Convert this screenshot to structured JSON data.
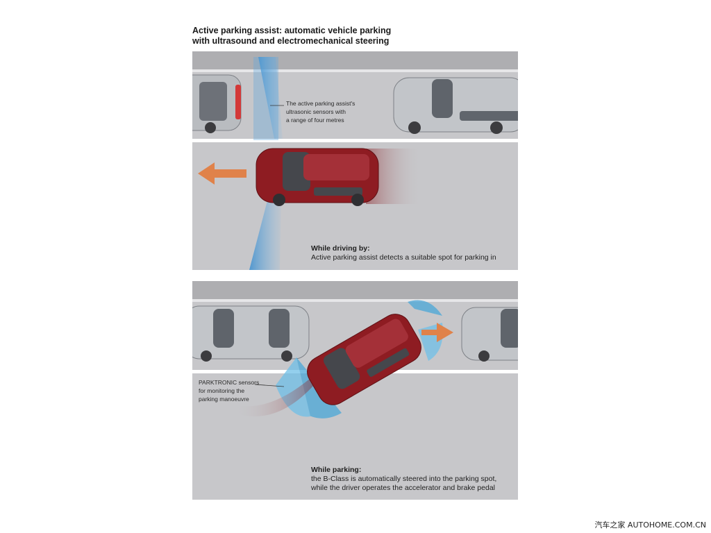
{
  "title": {
    "line1": "Active parking assist: automatic vehicle parking",
    "line2": "with ultrasound and electromechanical steering"
  },
  "panel_top": {
    "callout": {
      "line1": "The active parking assist's",
      "line2": "ultrasonic sensors with",
      "line3": "a range of four metres"
    },
    "caption": {
      "heading": "While driving by:",
      "text": "Active parking assist detects a suitable spot for parking in"
    }
  },
  "panel_bottom": {
    "callout": {
      "line1": "PARKTRONIC sensors",
      "line2": "for monitoring the",
      "line3": "parking manoeuvre"
    },
    "caption": {
      "heading": "While parking:",
      "line1": "the B-Class is automatically steered into the parking spot,",
      "line2": "while the driver operates the accelerator and brake pedal"
    }
  },
  "watermark": "汽车之家 AUTOHOME.COM.CN",
  "colors": {
    "road": "#c6c6c9",
    "road_light": "#d9d9db",
    "lane_line": "#ffffff",
    "car_red": "#8e1c22",
    "car_silver": "#b9bcc0",
    "sensor_blue": "#4aa7d8",
    "arrow_orange": "#e0824a"
  }
}
